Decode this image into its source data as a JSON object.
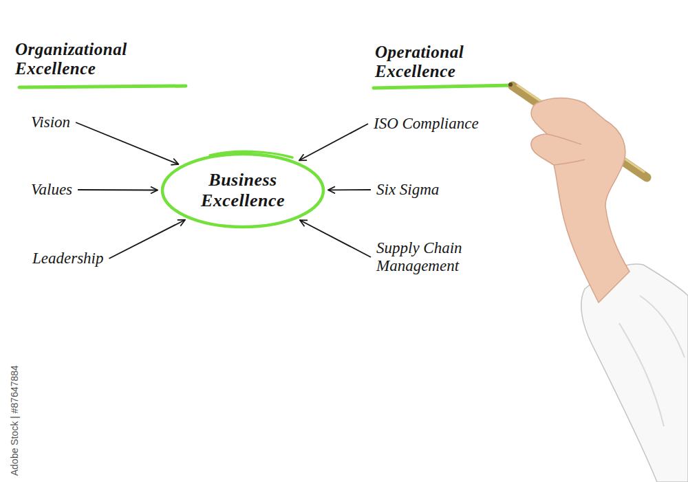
{
  "diagram": {
    "nodes": [
      {
        "text": [
          "Vision"
        ]
      },
      {
        "text": [
          "ISO Compliance"
        ]
      },
      {
        "text": [
          "Values"
        ]
      },
      {
        "text": [
          "Business Excellence"
        ]
      },
      {
        "text": [
          "Six Sigma"
        ]
      },
      {
        "text": [
          "Leadership"
        ]
      },
      {
        "text": [
          "Supply Chain Management"
        ]
      }
    ],
    "edges": [
      {
        "from": 0,
        "to": 3,
        "arrow": "to"
      },
      {
        "from": 2,
        "to": 3,
        "arrow": "to"
      },
      {
        "from": 5,
        "to": 3,
        "arrow": "to"
      },
      {
        "from": 1,
        "to": 3,
        "arrow": "to"
      },
      {
        "from": 4,
        "to": 3,
        "arrow": "to"
      },
      {
        "from": 6,
        "to": 3,
        "arrow": "to"
      }
    ],
    "labels": [
      "Organizational Excellence",
      "Operational Excellence",
      "Adobe Stock | #87647884"
    ]
  }
}
